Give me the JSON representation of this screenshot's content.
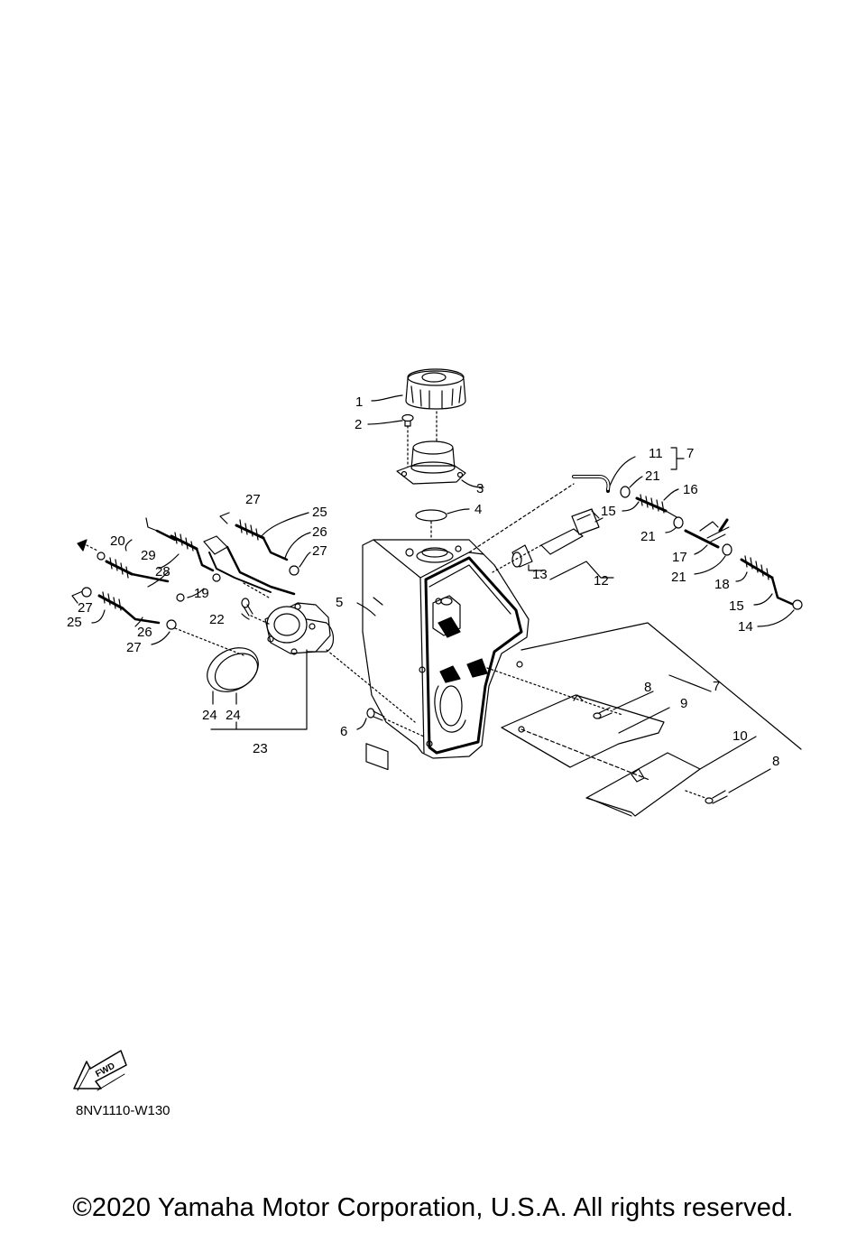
{
  "diagram_code": "8NV1110-W130",
  "copyright": "©2020 Yamaha Motor Corporation, U.S.A. All rights reserved.",
  "fwd_label": "FWD",
  "callouts": [
    {
      "id": "c1",
      "text": "1"
    },
    {
      "id": "c2",
      "text": "2"
    },
    {
      "id": "c3",
      "text": "3"
    },
    {
      "id": "c4",
      "text": "4"
    },
    {
      "id": "c5",
      "text": "5"
    },
    {
      "id": "c6",
      "text": "6"
    },
    {
      "id": "c7a",
      "text": "7"
    },
    {
      "id": "c7b",
      "text": "7"
    },
    {
      "id": "c8a",
      "text": "8"
    },
    {
      "id": "c8b",
      "text": "8"
    },
    {
      "id": "c9",
      "text": "9"
    },
    {
      "id": "c10",
      "text": "10"
    },
    {
      "id": "c11",
      "text": "11"
    },
    {
      "id": "c12",
      "text": "12"
    },
    {
      "id": "c13",
      "text": "13"
    },
    {
      "id": "c14",
      "text": "14"
    },
    {
      "id": "c15a",
      "text": "15"
    },
    {
      "id": "c15b",
      "text": "15"
    },
    {
      "id": "c16",
      "text": "16"
    },
    {
      "id": "c17",
      "text": "17"
    },
    {
      "id": "c18",
      "text": "18"
    },
    {
      "id": "c19",
      "text": "19"
    },
    {
      "id": "c20",
      "text": "20"
    },
    {
      "id": "c21a",
      "text": "21"
    },
    {
      "id": "c21b",
      "text": "21"
    },
    {
      "id": "c21c",
      "text": "21"
    },
    {
      "id": "c22",
      "text": "22"
    },
    {
      "id": "c23",
      "text": "23"
    },
    {
      "id": "c24a",
      "text": "24"
    },
    {
      "id": "c24b",
      "text": "24"
    },
    {
      "id": "c25a",
      "text": "25"
    },
    {
      "id": "c25b",
      "text": "25"
    },
    {
      "id": "c26a",
      "text": "26"
    },
    {
      "id": "c26b",
      "text": "26"
    },
    {
      "id": "c27a",
      "text": "27"
    },
    {
      "id": "c27b",
      "text": "27"
    },
    {
      "id": "c27c",
      "text": "27"
    },
    {
      "id": "c27d",
      "text": "27"
    },
    {
      "id": "c28",
      "text": "28"
    },
    {
      "id": "c29",
      "text": "29"
    }
  ]
}
